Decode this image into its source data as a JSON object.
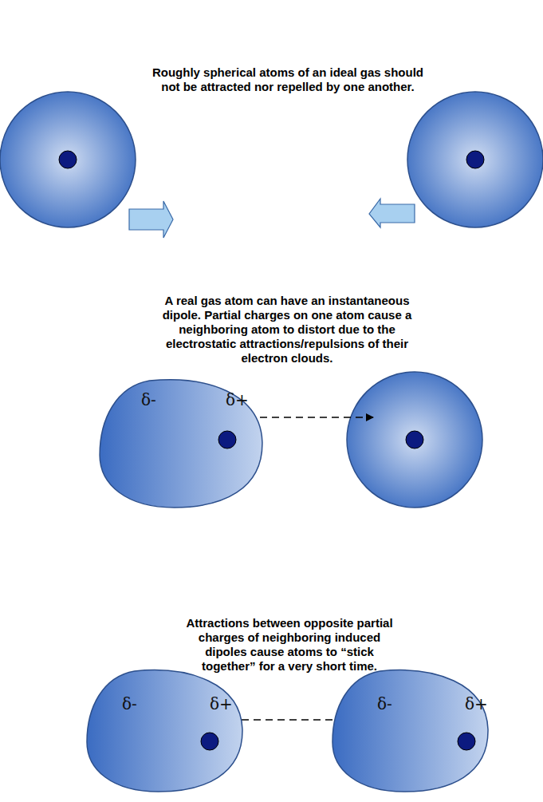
{
  "diagram": {
    "nodes": [
      {
        "text": [
          "δ-",
          "δ+"
        ]
      },
      {
        "text": [
          "δ-",
          "δ+"
        ]
      },
      {
        "text": [
          "δ-",
          "δ+"
        ]
      }
    ],
    "edges": [
      {
        "from": 1,
        "to": 2,
        "arrow": "both"
      }
    ],
    "labels": [
      "Roughly spherical atoms of an ideal gas should not be attracted nor repelled by one another.",
      "A real gas atom can have an instantaneous dipole. Partial charges on one atom cause a neighboring atom to distort due to the electrostatic attractions/repulsions of their electron clouds.",
      "Attractions between opposite partial charges of neighboring induced dipoles cause atoms to “stick together” for a very short time."
    ]
  }
}
